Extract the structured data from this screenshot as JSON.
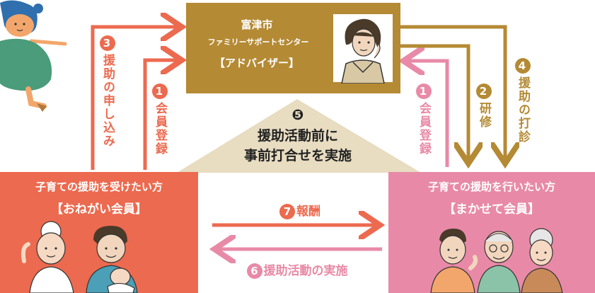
{
  "colors": {
    "orange": "#ec6a4f",
    "pink": "#e88aa7",
    "gold": "#b48a34",
    "beige": "#e8dcc1",
    "white": "#ffffff",
    "dark": "#333333"
  },
  "advisor": {
    "line1": "富津市",
    "line2": "ファミリーサポートセンター",
    "line3": "【アドバイザー】"
  },
  "center_note": {
    "number": "❺",
    "line1": "援助活動前に",
    "line2": "事前打合せを実施"
  },
  "request_member": {
    "line1": "子育ての援助を受けたい方",
    "line2": "【おねがい会員】"
  },
  "provide_member": {
    "line1": "子育ての援助を行いたい方",
    "line2": "【まかせて会員】"
  },
  "flows": {
    "apply": {
      "number": "3",
      "label": "援助の申し込み"
    },
    "register_left": {
      "number": "1",
      "label": "会員登録"
    },
    "register_right": {
      "number": "1",
      "label": "会員登録"
    },
    "training": {
      "number": "2",
      "label": "研修"
    },
    "sounding": {
      "number": "4",
      "label": "援助の打診"
    },
    "reward": {
      "number": "7",
      "label": "報酬"
    },
    "activity": {
      "number": "6",
      "label": "援助活動の実施"
    }
  },
  "icons": [
    "child-illustration-icon",
    "advisor-portrait-icon",
    "family-illustration-icon",
    "seniors-illustration-icon"
  ]
}
